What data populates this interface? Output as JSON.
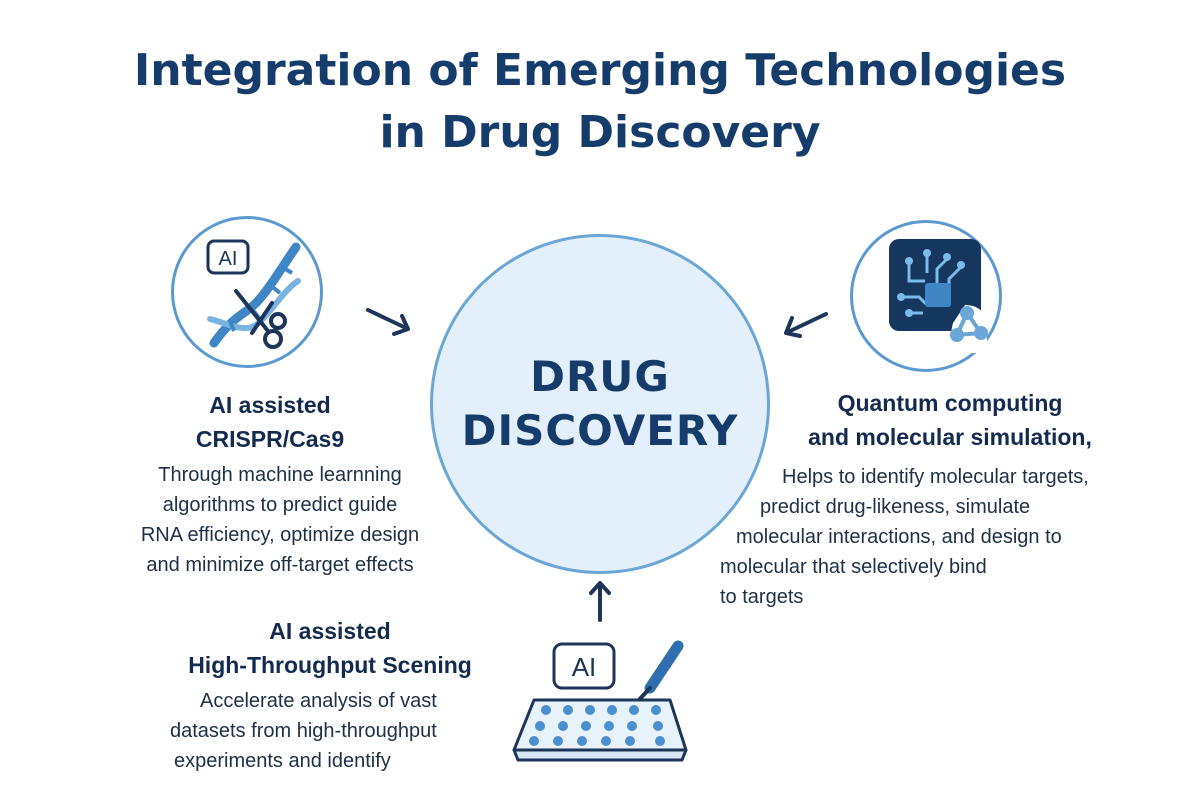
{
  "title": {
    "line1": "Integration of Emerging Technologies",
    "line2": "in Drug Discovery"
  },
  "center": {
    "line1": "DRUG",
    "line2": "DISCOVERY"
  },
  "crispr": {
    "icon_label": "AI",
    "heading_line1": "AI assisted",
    "heading_line2": "CRISPR/Cas9",
    "body": [
      "Through machine learnning",
      "algorithms to predict guide",
      "RNA efficiency, optimize design",
      "and minimize off-target effects"
    ]
  },
  "quantum": {
    "heading_line1": "Quantum computing",
    "heading_line2": "and molecular simulation,",
    "body": [
      "Helps to identify molecular targets,",
      "predict drug-likeness, simulate",
      "molecular interactions, and design to",
      "molecular that selectively bind",
      "to targets"
    ]
  },
  "hts": {
    "icon_label": "AI",
    "heading_line1": "AI assisted",
    "heading_line2": "High-Throughput Scening",
    "body": [
      "Accelerate analysis of vast",
      "datasets from high-throughput",
      "experiments and identify"
    ]
  },
  "colors": {
    "title": "#163c6c",
    "circle_fill": "#e3f0fb",
    "circle_stroke": "#6aa6d6",
    "icon_blue": "#3f86c6",
    "chip_navy": "#15365f"
  },
  "icons": {
    "crispr": "dna-scissors-icon",
    "quantum": "circuit-chip-molecule-icon",
    "hts": "microplate-pipette-icon"
  }
}
